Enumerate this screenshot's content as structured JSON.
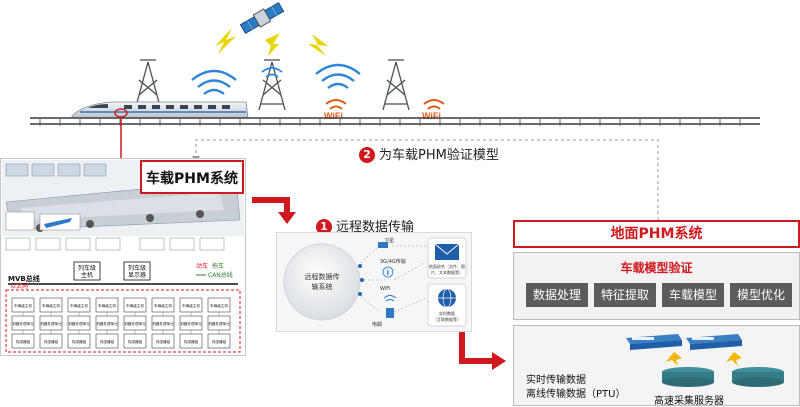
{
  "wifi_text": "WiFi",
  "onboard": {
    "title": "车载PHM系统",
    "bus_mvb": "MVB总线",
    "bus_can": "CAN总线",
    "legend_line1": "动车",
    "legend_line2": "拖车",
    "box_label": "以太网",
    "car_modules": [
      {
        "l1": "列车级",
        "l2": "主机"
      },
      {
        "l1": "列车级",
        "l2": "显示器"
      }
    ],
    "grid_top": "车辆级主机",
    "grid_mid": "机器处理单元",
    "grid_bot": "传感器组"
  },
  "steps": [
    {
      "num": "1",
      "label": "远程数据传输"
    },
    {
      "num": "2",
      "label": "为车载PHM验证模型"
    }
  ],
  "transmission": {
    "center_line1": "远程数据传",
    "center_line2": "输系统",
    "label_3g4g": "3G/4G传输",
    "label_wifi": "WiFi",
    "label_sat": "卫星",
    "label_email": "电邮",
    "card1_line1": "地面综合（文件、图",
    "card1_line2": "片、文本数据等）",
    "card2_line1": "实时数据",
    "card2_line2": "（互联数据等）"
  },
  "ground": {
    "title": "地面PHM系统",
    "verify_title": "车载模型验证",
    "buttons": [
      "数据处理",
      "特征提取",
      "车载模型",
      "模型优化"
    ],
    "storage_line1": "实时传输数据",
    "storage_line2": "离线传输数据（PTU）",
    "server_label": "高速采集服务器"
  }
}
